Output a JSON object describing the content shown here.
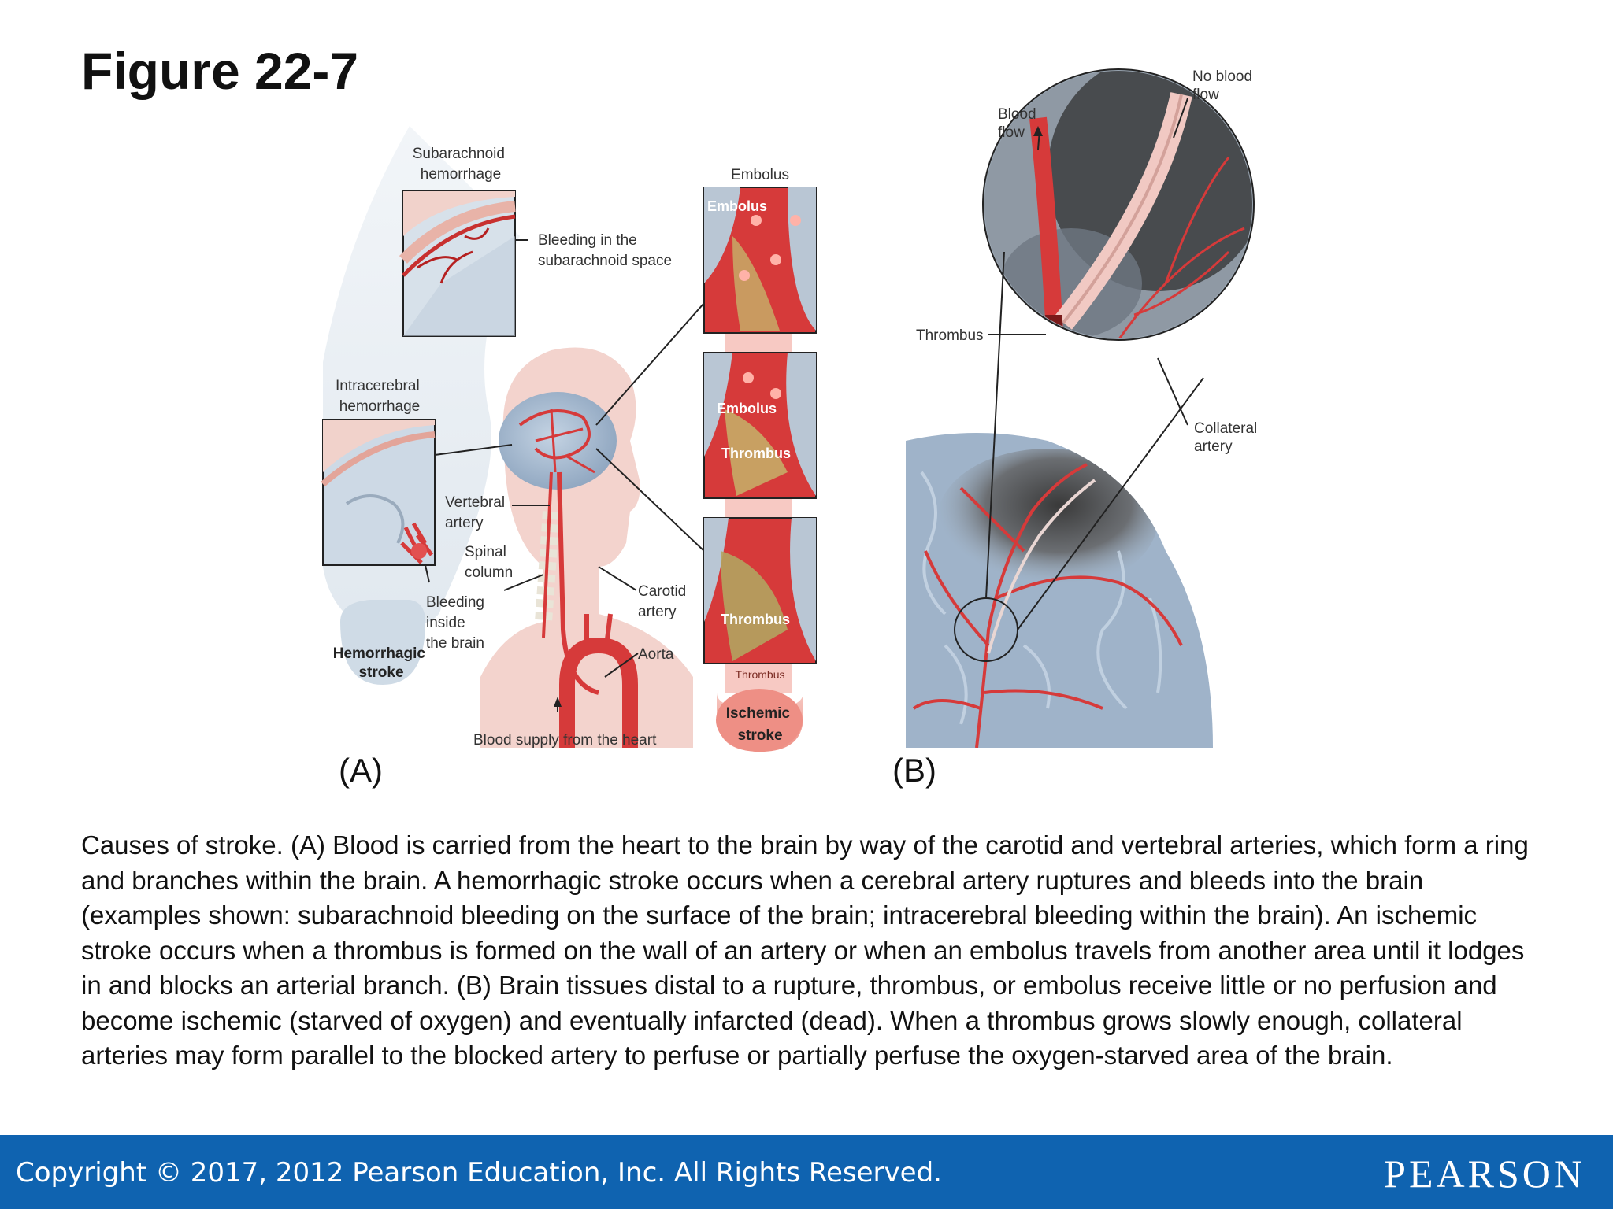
{
  "figure_title": "Figure 22-7",
  "panel_a": {
    "tag": "(A)",
    "subarachnoid": [
      "Subarachnoid",
      "hemorrhage"
    ],
    "bleeding_subarachnoid": [
      "Bleeding in the",
      "subarachnoid space"
    ],
    "intracerebral": [
      "Intracerebral",
      "hemorrhage"
    ],
    "vertebral": [
      "Vertebral",
      "artery"
    ],
    "spinal": [
      "Spinal",
      "column"
    ],
    "bleeding_inside": [
      "Bleeding",
      "inside",
      "the brain"
    ],
    "hemorrhagic_stroke": [
      "Hemorrhagic",
      "stroke"
    ],
    "carotid": [
      "Carotid",
      "artery"
    ],
    "aorta": "Aorta",
    "blood_supply": "Blood supply from the heart",
    "embolus_top": "Embolus",
    "embolus_inset1": "Embolus",
    "embolus_inset2": "Embolus",
    "thrombus_inset2": "Thrombus",
    "thrombus_inset3": "Thrombus",
    "thrombus_small": "Thrombus",
    "ischemic_stroke": [
      "Ischemic",
      "stroke"
    ]
  },
  "panel_b": {
    "tag": "(B)",
    "blood_flow": [
      "Blood",
      "flow"
    ],
    "no_blood_flow": [
      "No blood",
      "flow"
    ],
    "thrombus": "Thrombus",
    "collateral": [
      "Collateral",
      "artery"
    ]
  },
  "caption": "Causes of stroke. (A) Blood is carried from the heart to the brain by way of the carotid and vertebral arteries, which form a ring and branches within the brain. A hemorrhagic stroke occurs when a cerebral artery ruptures and bleeds into the brain (examples shown: subarachnoid bleeding on the surface of the brain; intracerebral bleeding within the brain). An ischemic stroke occurs when a thrombus is formed on the wall of an artery or when an embolus travels from another area until it lodges in and blocks an arterial branch. (B) Brain tissues distal to a rupture, thrombus, or embolus receive little or no perfusion and become ischemic (starved of oxygen) and eventually infarcted (dead). When a thrombus grows slowly enough, collateral arteries may form parallel to the blocked artery to perfuse or partially perfuse the oxygen-starved area of the brain.",
  "footer": {
    "copyright": "Copyright © 2017, 2012 Pearson Education, Inc. All Rights Reserved.",
    "brand": "PEARSON"
  },
  "colors": {
    "footer_bar": "#0f63b0",
    "artery_red": "#d63a3a",
    "brain_blue": "#9fb3c9"
  }
}
